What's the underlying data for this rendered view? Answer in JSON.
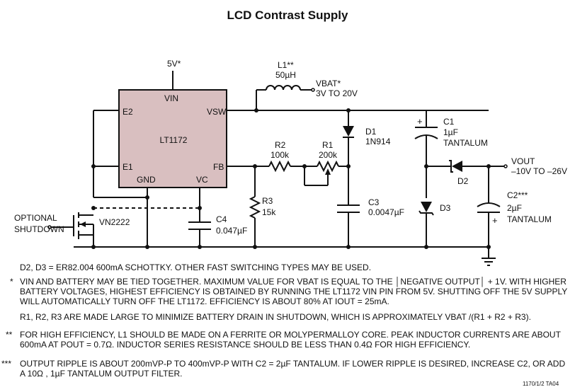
{
  "title": "LCD Contrast Supply",
  "chip": {
    "name": "LT1172",
    "pins": {
      "vin": "VIN",
      "vsw": "VSW",
      "e2": "E2",
      "e1": "E1",
      "gnd": "GND",
      "vc": "VC",
      "fb": "FB"
    }
  },
  "labels": {
    "supply_5v": "5V*",
    "l1": "L1**",
    "l1_val": "50µH",
    "vbat": "VBAT*",
    "vbat_range": "3V TO 20V",
    "d1": "D1",
    "d1_part": "1N914",
    "r1": "R1",
    "r1_val": "200k",
    "r2": "R2",
    "r2_val": "100k",
    "r3": "R3",
    "r3_val": "15k",
    "c1": "C1",
    "c1_val": "1µF",
    "c1_type": "TANTALUM",
    "c2": "C2***",
    "c2_val": "2µF",
    "c2_type": "TANTALUM",
    "c3": "C3",
    "c3_val": "0.0047µF",
    "c4": "C4",
    "c4_val": "0.047µF",
    "d2": "D2",
    "d3": "D3",
    "vout": "VOUT",
    "vout_range": "–10V TO –26V",
    "optional": "OPTIONAL",
    "shutdown": "SHUTDOWN",
    "fet": "VN2222"
  },
  "notes": {
    "n0": "D2, D3 = ER82.004 600mA SCHOTTKY. OTHER FAST SWITCHING TYPES MAY BE USED.",
    "n1_mark": "*",
    "n1_l1": "VIN AND BATTERY MAY BE TIED TOGETHER. MAXIMUM VALUE FOR VBAT IS EQUAL TO THE │NEGATIVE OUTPUT│ + 1V. WITH HIGHER",
    "n1_l2": "BATTERY VOLTAGES, HIGHEST EFFICIENCY IS OBTAINED BY RUNNING THE LT1172 VIN PIN FROM 5V. SHUTTING OFF THE 5V SUPPLY",
    "n1_l3": "WILL AUTOMATICALLY TURN OFF THE LT1172. EFFICIENCY IS ABOUT 80% AT IOUT = 25mA.",
    "n1_l4": "R1, R2, R3 ARE MADE LARGE TO MINIMIZE BATTERY DRAIN IN SHUTDOWN, WHICH IS APPROXIMATELY VBAT /(R1 + R2 + R3).",
    "n2_mark": "**",
    "n2_l1": "FOR HIGH EFFICIENCY, L1 SHOULD BE MADE ON A FERRITE OR MOLYPERMALLOY CORE. PEAK INDUCTOR CURRENTS ARE ABOUT",
    "n2_l2": "600mA AT POUT = 0.7Ω. INDUCTOR SERIES RESISTANCE SHOULD BE LESS THAN 0.4Ω FOR HIGH EFFICIENCY.",
    "n3_mark": "***",
    "n3_l1": "OUTPUT RIPPLE IS ABOUT 200mVP-P TO 400mVP-P WITH C2 = 2µF TANTALUM. IF LOWER RIPPLE IS DESIRED, INCREASE C2, OR ADD",
    "n3_l2": "A 10Ω , 1µF TANTALUM OUTPUT FILTER.",
    "ref": "1170/1/2 TA04"
  },
  "colors": {
    "chip_fill": "#d9bfc0",
    "ink": "#111111"
  }
}
